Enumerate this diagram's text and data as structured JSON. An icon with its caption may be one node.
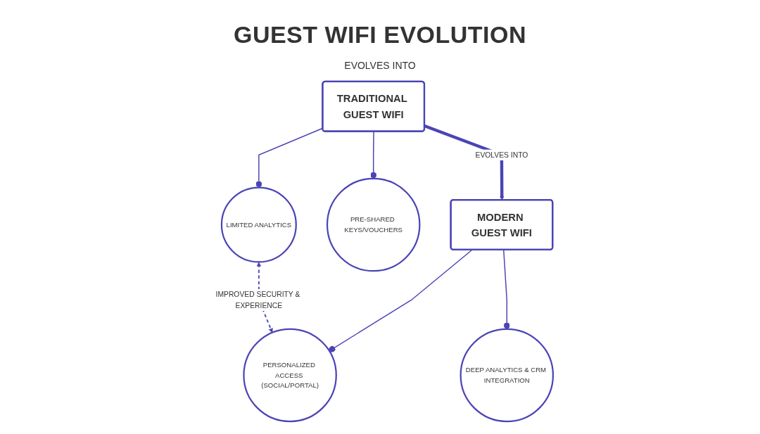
{
  "diagram": {
    "title": "GUEST WIFI EVOLUTION",
    "nodes": [
      {
        "text": [
          "TRADITIONAL GUEST WIFI"
        ]
      },
      {
        "text": [
          "MODERN GUEST WIFI"
        ]
      },
      {
        "text": [
          "PRE-SHARED KEYS/VOUCHERS"
        ]
      },
      {
        "text": [
          "LIMITED ANALYTICS"
        ]
      },
      {
        "text": [
          "PERSONALIZED ACCESS (SOCIAL/PORTAL)"
        ]
      },
      {
        "text": [
          "DEEP ANALYTICS & CRM INTEGRATION"
        ]
      }
    ],
    "edges": [
      {
        "from": 0,
        "to": 1,
        "arrow": "to",
        "label": "EVOLVES INTO",
        "style": "thick"
      },
      {
        "from": 0,
        "to": 2,
        "arrow": "other"
      },
      {
        "from": 0,
        "to": 3,
        "arrow": "other"
      },
      {
        "from": 1,
        "to": 4,
        "arrow": "other"
      },
      {
        "from": 1,
        "to": 5,
        "arrow": "other"
      },
      {
        "from": 3,
        "to": 4,
        "arrow": "both",
        "label": "IMPROVED SECURITY & EXPERIENCE",
        "style": "dashed"
      }
    ],
    "labels": [
      "EVOLVES INTO"
    ]
  }
}
